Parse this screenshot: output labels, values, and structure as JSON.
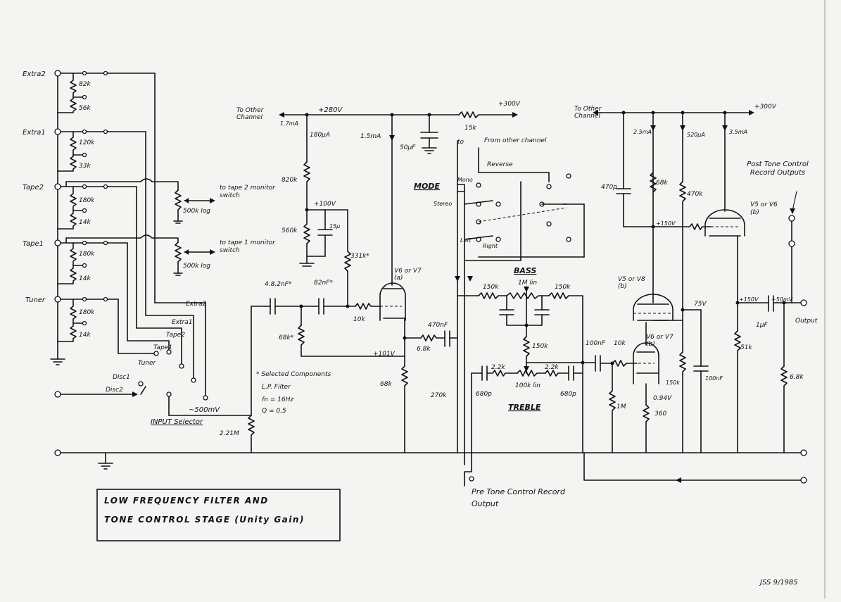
{
  "title_line1": "LOW FREQUENCY FILTER AND",
  "title_line2": "TONE CONTROL STAGE (Unity Gain)",
  "signature": "JSS 9/1985",
  "inputs": [
    "Extra2",
    "Extra1",
    "Tape2",
    "Tape1",
    "Tuner",
    "Disc1",
    "Disc2"
  ],
  "input_resistors": {
    "extra2": [
      "82k",
      "56k"
    ],
    "extra1": [
      "120k",
      "33k"
    ],
    "tape2": [
      "180k",
      "14k"
    ],
    "tape1": [
      "180k",
      "14k"
    ],
    "tuner": [
      "180k",
      "14k"
    ]
  },
  "selector_taps": [
    "Extra2",
    "Extra1",
    "Tape2",
    "Tape1",
    "Tuner"
  ],
  "input_selector": "INPUT Selector",
  "input_level": "~500mV",
  "pot_tape2": "500k log",
  "pot_tape1": "500k log",
  "to_tape2": "to tape 2 monitor switch",
  "to_tape1": "to tape 1 monitor switch",
  "left_supply": {
    "to_other": "To Other Channel",
    "current_left": "1.7mA",
    "rail": "+280V",
    "current_180": "180μA",
    "current_15": "1.5mA",
    "r820": "820k",
    "v100": "+100V",
    "r560": "560k",
    "c15": "15μ",
    "r33": "331k*",
    "c50": "50μF",
    "r15k": "15k",
    "v300": "+300V"
  },
  "filter": {
    "c1": "4.8.2nF*",
    "c2": "82nF*",
    "r68": "68k*",
    "r221": "2.21M",
    "r10k": "10k",
    "v_label": "+101V",
    "r68k_cathode": "68k",
    "valve": "V6 or V7 (a)"
  },
  "notes": {
    "selected": "* Selected Components",
    "lpf": "L.P. Filter",
    "fn": "fn = 16Hz",
    "q": "Q = 0.5"
  },
  "mode": {
    "title": "MODE",
    "from_other": "From other channel",
    "to": "to",
    "reverse": "Reverse",
    "mono": "Mono",
    "stereo": "Stereo",
    "left": "Left",
    "right": "Right"
  },
  "coupling": {
    "c470": "470nF",
    "r68k": "6.8k",
    "r270": "270k"
  },
  "bass": {
    "title": "BASS",
    "r1": "150k",
    "pot": "1M lin",
    "r2": "150k",
    "r3": "150k"
  },
  "treble": {
    "title": "TREBLE",
    "r1": "2.2k",
    "r2": "2.2k",
    "pot": "100k lin",
    "c1": "680p",
    "c2": "680p"
  },
  "stage2": {
    "c100": "100nF",
    "r10k": "10k",
    "r1m": "1M",
    "valve_b": "V6 or V7 (b)",
    "v094": "0.94V",
    "r360": "360",
    "r150k": "150k",
    "valve_v5": "V5 or V8 (b)",
    "v75": "75V",
    "c100b": "100nF"
  },
  "right_supply": {
    "to_other": "To Other Channel",
    "rail": "+300V",
    "current_25": "2.5mA",
    "current_520": "520μA",
    "current_35": "3.5mA",
    "c470p": "470p",
    "r68k": "68k",
    "r470k": "470k",
    "v150": "+150V",
    "valve": "V5 or V6 (b)"
  },
  "output": {
    "v150": "+150V",
    "v50": "~50mV",
    "c1": "1μF",
    "r51": "51k",
    "r68": "6.8k",
    "label": "Output"
  },
  "post_tone": "Post Tone Control Record Outputs",
  "pre_tone": "Pre Tone Control Record Output"
}
